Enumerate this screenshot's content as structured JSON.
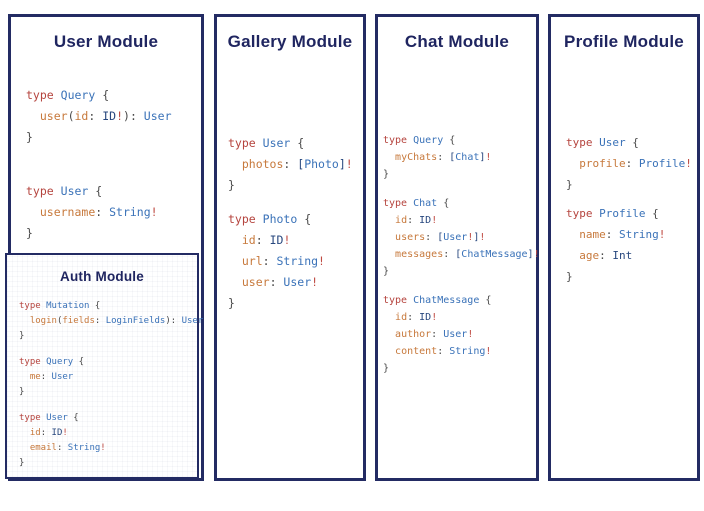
{
  "colors": {
    "border": "#232b63",
    "title": "#1f2560",
    "k": "#b5443e",
    "t": "#3a72b8",
    "f": "#c7793c",
    "s": "#27477e",
    "p": "#4a4a4a",
    "b": "#bf4a42"
  },
  "panels": [
    {
      "title": "User Module",
      "blocks": [
        [
          [
            [
              "k",
              "type"
            ],
            [
              "p",
              " "
            ],
            [
              "t",
              "Query"
            ],
            [
              "p",
              " {"
            ]
          ],
          [
            [
              "p",
              "  "
            ],
            [
              "f",
              "user"
            ],
            [
              "p",
              "("
            ],
            [
              "f",
              "id"
            ],
            [
              "p",
              ": "
            ],
            [
              "s",
              "ID"
            ],
            [
              "b",
              "!"
            ],
            [
              "p",
              "): "
            ],
            [
              "t",
              "User"
            ]
          ],
          [
            [
              "p",
              "}"
            ]
          ]
        ],
        [
          [
            [
              "k",
              "type"
            ],
            [
              "p",
              " "
            ],
            [
              "t",
              "User"
            ],
            [
              "p",
              " {"
            ]
          ],
          [
            [
              "p",
              "  "
            ],
            [
              "f",
              "username"
            ],
            [
              "p",
              ": "
            ],
            [
              "t",
              "String"
            ],
            [
              "b",
              "!"
            ]
          ],
          [
            [
              "p",
              "}"
            ]
          ]
        ]
      ]
    },
    {
      "title": "Gallery Module",
      "blocks": [
        [
          [
            [
              "k",
              "type"
            ],
            [
              "p",
              " "
            ],
            [
              "t",
              "User"
            ],
            [
              "p",
              " {"
            ]
          ],
          [
            [
              "p",
              "  "
            ],
            [
              "f",
              "photos"
            ],
            [
              "p",
              ": "
            ],
            [
              "s",
              "["
            ],
            [
              "t",
              "Photo"
            ],
            [
              "s",
              "]"
            ],
            [
              "b",
              "!"
            ]
          ],
          [
            [
              "p",
              "}"
            ]
          ]
        ],
        [
          [
            [
              "k",
              "type"
            ],
            [
              "p",
              " "
            ],
            [
              "t",
              "Photo"
            ],
            [
              "p",
              " {"
            ]
          ],
          [
            [
              "p",
              "  "
            ],
            [
              "f",
              "id"
            ],
            [
              "p",
              ": "
            ],
            [
              "s",
              "ID"
            ],
            [
              "b",
              "!"
            ]
          ],
          [
            [
              "p",
              "  "
            ],
            [
              "f",
              "url"
            ],
            [
              "p",
              ": "
            ],
            [
              "t",
              "String"
            ],
            [
              "b",
              "!"
            ]
          ],
          [
            [
              "p",
              "  "
            ],
            [
              "f",
              "user"
            ],
            [
              "p",
              ": "
            ],
            [
              "t",
              "User"
            ],
            [
              "b",
              "!"
            ]
          ],
          [
            [
              "p",
              "}"
            ]
          ]
        ]
      ]
    },
    {
      "title": "Chat Module",
      "blocks": [
        [
          [
            [
              "k",
              "type"
            ],
            [
              "p",
              " "
            ],
            [
              "t",
              "Query"
            ],
            [
              "p",
              " {"
            ]
          ],
          [
            [
              "p",
              "  "
            ],
            [
              "f",
              "myChats"
            ],
            [
              "p",
              ": "
            ],
            [
              "s",
              "["
            ],
            [
              "t",
              "Chat"
            ],
            [
              "s",
              "]"
            ],
            [
              "b",
              "!"
            ]
          ],
          [
            [
              "p",
              "}"
            ]
          ]
        ],
        [
          [
            [
              "k",
              "type"
            ],
            [
              "p",
              " "
            ],
            [
              "t",
              "Chat"
            ],
            [
              "p",
              " {"
            ]
          ],
          [
            [
              "p",
              "  "
            ],
            [
              "f",
              "id"
            ],
            [
              "p",
              ": "
            ],
            [
              "s",
              "ID"
            ],
            [
              "b",
              "!"
            ]
          ],
          [
            [
              "p",
              "  "
            ],
            [
              "f",
              "users"
            ],
            [
              "p",
              ": "
            ],
            [
              "s",
              "["
            ],
            [
              "t",
              "User"
            ],
            [
              "b",
              "!"
            ],
            [
              "s",
              "]"
            ],
            [
              "b",
              "!"
            ]
          ],
          [
            [
              "p",
              "  "
            ],
            [
              "f",
              "messages"
            ],
            [
              "p",
              ": "
            ],
            [
              "s",
              "["
            ],
            [
              "t",
              "ChatMessage"
            ],
            [
              "s",
              "]"
            ],
            [
              "b",
              "!"
            ]
          ],
          [
            [
              "p",
              "}"
            ]
          ]
        ],
        [
          [
            [
              "k",
              "type"
            ],
            [
              "p",
              " "
            ],
            [
              "t",
              "ChatMessage"
            ],
            [
              "p",
              " {"
            ]
          ],
          [
            [
              "p",
              "  "
            ],
            [
              "f",
              "id"
            ],
            [
              "p",
              ": "
            ],
            [
              "s",
              "ID"
            ],
            [
              "b",
              "!"
            ]
          ],
          [
            [
              "p",
              "  "
            ],
            [
              "f",
              "author"
            ],
            [
              "p",
              ": "
            ],
            [
              "t",
              "User"
            ],
            [
              "b",
              "!"
            ]
          ],
          [
            [
              "p",
              "  "
            ],
            [
              "f",
              "content"
            ],
            [
              "p",
              ": "
            ],
            [
              "t",
              "String"
            ],
            [
              "b",
              "!"
            ]
          ],
          [
            [
              "p",
              "}"
            ]
          ]
        ]
      ]
    },
    {
      "title": "Profile Module",
      "blocks": [
        [
          [
            [
              "k",
              "type"
            ],
            [
              "p",
              " "
            ],
            [
              "t",
              "User"
            ],
            [
              "p",
              " {"
            ]
          ],
          [
            [
              "p",
              "  "
            ],
            [
              "f",
              "profile"
            ],
            [
              "p",
              ": "
            ],
            [
              "t",
              "Profile"
            ],
            [
              "b",
              "!"
            ]
          ],
          [
            [
              "p",
              "}"
            ]
          ]
        ],
        [
          [
            [
              "k",
              "type"
            ],
            [
              "p",
              " "
            ],
            [
              "t",
              "Profile"
            ],
            [
              "p",
              " {"
            ]
          ],
          [
            [
              "p",
              "  "
            ],
            [
              "f",
              "name"
            ],
            [
              "p",
              ": "
            ],
            [
              "t",
              "String"
            ],
            [
              "b",
              "!"
            ]
          ],
          [
            [
              "p",
              "  "
            ],
            [
              "f",
              "age"
            ],
            [
              "p",
              ": "
            ],
            [
              "s",
              "Int"
            ]
          ],
          [
            [
              "p",
              "}"
            ]
          ]
        ]
      ]
    }
  ],
  "auth": {
    "title": "Auth Module",
    "blocks": [
      [
        [
          [
            "k",
            "type"
          ],
          [
            "p",
            " "
          ],
          [
            "t",
            "Mutation"
          ],
          [
            "p",
            " {"
          ]
        ],
        [
          [
            "p",
            "  "
          ],
          [
            "f",
            "login"
          ],
          [
            "p",
            "("
          ],
          [
            "f",
            "fields"
          ],
          [
            "p",
            ": "
          ],
          [
            "t",
            "LoginFields"
          ],
          [
            "p",
            "): "
          ],
          [
            "t",
            "User"
          ]
        ],
        [
          [
            "p",
            "}"
          ]
        ]
      ],
      [
        [
          [
            "k",
            "type"
          ],
          [
            "p",
            " "
          ],
          [
            "t",
            "Query"
          ],
          [
            "p",
            " {"
          ]
        ],
        [
          [
            "p",
            "  "
          ],
          [
            "f",
            "me"
          ],
          [
            "p",
            ": "
          ],
          [
            "t",
            "User"
          ]
        ],
        [
          [
            "p",
            "}"
          ]
        ]
      ],
      [
        [
          [
            "k",
            "type"
          ],
          [
            "p",
            " "
          ],
          [
            "t",
            "User"
          ],
          [
            "p",
            " {"
          ]
        ],
        [
          [
            "p",
            "  "
          ],
          [
            "f",
            "id"
          ],
          [
            "p",
            ": "
          ],
          [
            "s",
            "ID"
          ],
          [
            "b",
            "!"
          ]
        ],
        [
          [
            "p",
            "  "
          ],
          [
            "f",
            "email"
          ],
          [
            "p",
            ": "
          ],
          [
            "t",
            "String"
          ],
          [
            "b",
            "!"
          ]
        ],
        [
          [
            "p",
            "}"
          ]
        ]
      ]
    ]
  }
}
